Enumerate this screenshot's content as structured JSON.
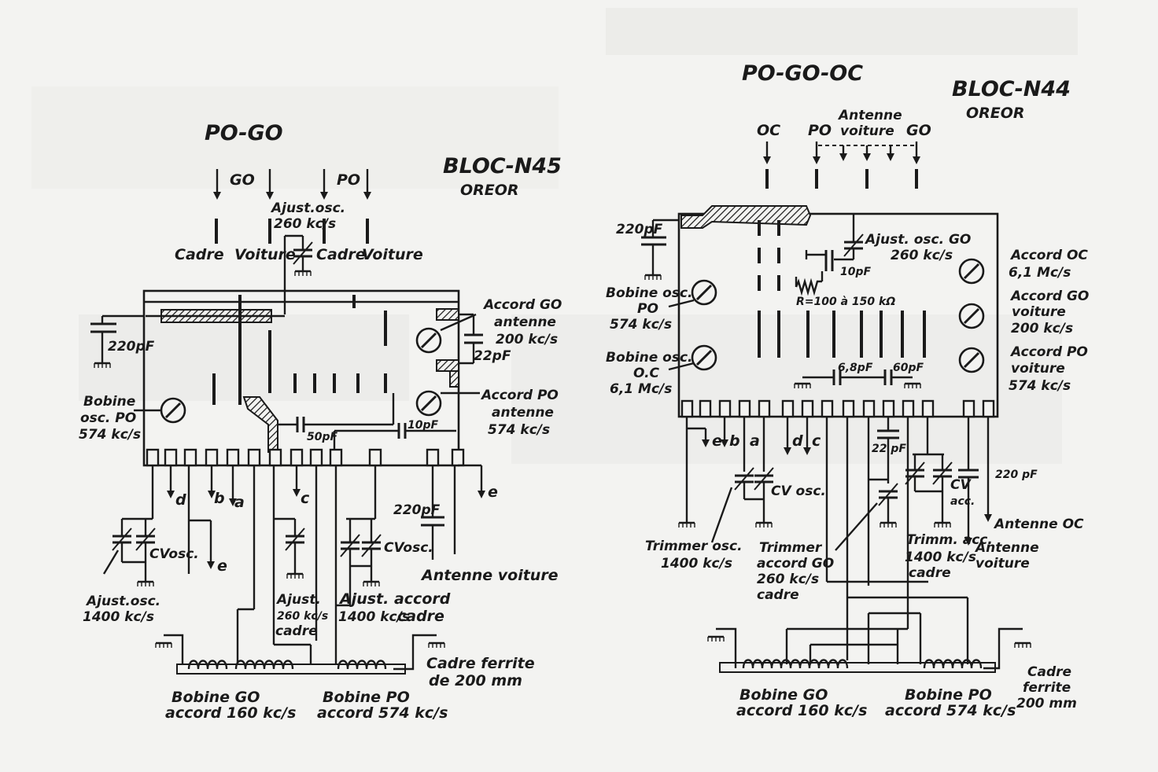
{
  "left": {
    "title": "PO-GO",
    "bloc": "BLOC-N45",
    "maker": "OREOR",
    "band_go": "GO",
    "band_po": "PO",
    "cadre_1": "Cadre",
    "voiture_1": "Voiture",
    "cadre_2": "Cadre",
    "voiture_2": "Voiture",
    "ajust_osc_top_1": "Ajust.osc.",
    "ajust_osc_top_2": "260 kc/s",
    "cap_220_left": "220pF",
    "accord_go_1": "Accord GO",
    "accord_go_2": "antenne",
    "accord_go_3": "200 kc/s",
    "cap_22": "22pF",
    "bobine_osc_1": "Bobine",
    "bobine_osc_2": "osc. PO",
    "bobine_osc_3": "574 kc/s",
    "accord_po_1": "Accord PO",
    "accord_po_2": "antenne",
    "accord_po_3": "574 kc/s",
    "cap_50": "50pF",
    "cap_10": "10pF",
    "out_d": "d",
    "out_b": "b",
    "out_a": "a",
    "out_c": "c",
    "out_e1": "e",
    "out_e2": "e",
    "cap_220_ant": "220pF",
    "cv_osc_1": "CVosc.",
    "cv_osc_2": "CVosc.",
    "antenne_voiture": "Antenne voiture",
    "ajust_osc_bot_1": "Ajust.osc.",
    "ajust_osc_bot_2": "1400 kc/s",
    "ajust_260_1": "Ajust.",
    "ajust_260_2": "260 kc/s",
    "ajust_260_3": "cadre",
    "ajust_accord_1": "Ajust. accord",
    "ajust_accord_2": "1400 kc/s",
    "ajust_accord_3": "cadre",
    "cadre_ferrite_1": "Cadre ferrite",
    "cadre_ferrite_2": "de 200 mm",
    "bobine_go_1": "Bobine GO",
    "bobine_go_2": "accord 160 kc/s",
    "bobine_po_1": "Bobine PO",
    "bobine_po_2": "accord 574 kc/s"
  },
  "right": {
    "title": "PO-GO-OC",
    "bloc": "BLOC-N44",
    "maker": "OREOR",
    "band_oc": "OC",
    "band_po": "PO",
    "band_go": "GO",
    "antenne_1": "Antenne",
    "antenne_2": "voiture",
    "cap_220": "220pF",
    "ajust_osc_go_1": "Ajust. osc. GO",
    "ajust_osc_go_2": "260 kc/s",
    "cap_10": "10pF",
    "resistor": "R=100 à 150 kΩ",
    "bobine_osc_po_1": "Bobine osc.",
    "bobine_osc_po_2": "PO",
    "bobine_osc_po_3": "574 kc/s",
    "bobine_osc_oc_1": "Bobine osc.",
    "bobine_osc_oc_2": "O.C",
    "bobine_osc_oc_3": "6,1 Mc/s",
    "accord_oc_1": "Accord OC",
    "accord_oc_2": "6,1 Mc/s",
    "accord_go_1": "Accord GO",
    "accord_go_2": "voiture",
    "accord_go_3": "200 kc/s",
    "accord_po_1": "Accord PO",
    "accord_po_2": "voiture",
    "accord_po_3": "574 kc/s",
    "cap_68": "6,8pF",
    "cap_60": "60pF",
    "out_e": "e",
    "out_b": "b",
    "out_a": "a",
    "out_d": "d",
    "out_c": "c",
    "cap_22": "22 pF",
    "cv_osc": "CV osc.",
    "cv_acc_1": "CV",
    "cv_acc_2": "acc.",
    "cap_220_oc": "220 pF",
    "antenne_oc": "Antenne OC",
    "trimmer_osc_1": "Trimmer osc.",
    "trimmer_osc_2": "1400 kc/s",
    "trimmer_acc_1": "Trimmer",
    "trimmer_acc_2": "accord GO",
    "trimmer_acc_3": "260 kc/s",
    "trimmer_acc_4": "cadre",
    "trimm_acc_1": "Trimm. acc.",
    "trimm_acc_2": "1400 kc/s",
    "trimm_acc_3": "cadre",
    "antenne_voiture_1": "Antenne",
    "antenne_voiture_2": "voiture",
    "cadre_1": "Cadre",
    "cadre_2": "ferrite",
    "cadre_3": "200 mm",
    "bobine_go_1": "Bobine GO",
    "bobine_go_2": "accord 160 kc/s",
    "bobine_po_1": "Bobine PO",
    "bobine_po_2": "accord 574 kc/s"
  }
}
